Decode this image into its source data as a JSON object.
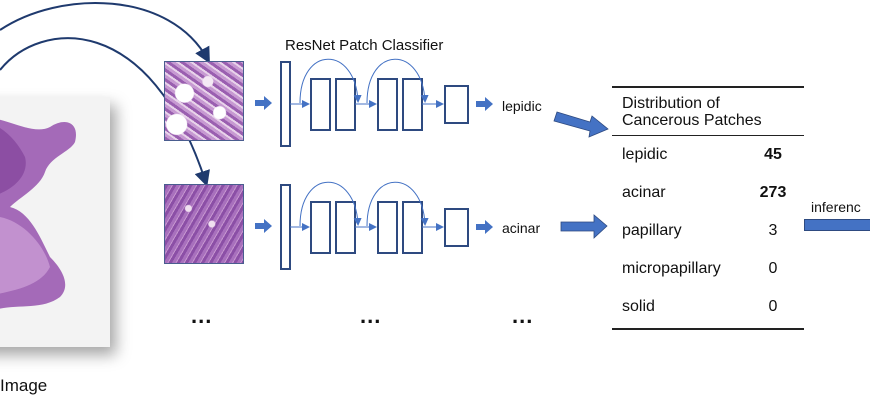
{
  "wsi_caption": "Image",
  "classifier_title": "ResNet Patch Classifier",
  "predictions": [
    "lepidic",
    "acinar"
  ],
  "ellipsis": [
    "...",
    "...",
    "..."
  ],
  "table": {
    "header_line1": "Distribution of",
    "header_line2": "Cancerous Patches",
    "rows": [
      {
        "label": "lepidic",
        "value": "45",
        "bold": true
      },
      {
        "label": "acinar",
        "value": "273",
        "bold": true
      },
      {
        "label": "papillary",
        "value": "3",
        "bold": false
      },
      {
        "label": "micropapillary",
        "value": "0",
        "bold": false
      },
      {
        "label": "solid",
        "value": "0",
        "bold": false
      }
    ]
  },
  "inference_label": "inferenc",
  "colors": {
    "arrow": "#4472c4",
    "dark_arrow": "#1f3a6e",
    "block_border": "#2e4a80"
  }
}
